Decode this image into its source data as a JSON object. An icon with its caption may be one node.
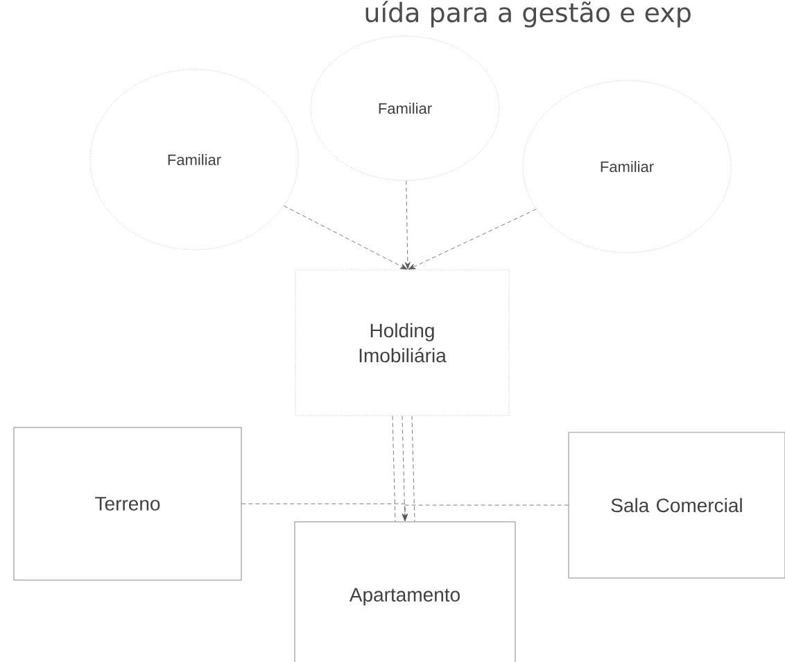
{
  "diagram": {
    "nodes": [
      {
        "text": [
          "Familiar"
        ]
      },
      {
        "text": [
          "Familiar"
        ]
      },
      {
        "text": [
          "Familiar"
        ]
      },
      {
        "text": [
          "Holding Imobiliária"
        ]
      },
      {
        "text": [
          "Terreno"
        ]
      },
      {
        "text": [
          "Apartamento"
        ]
      },
      {
        "text": [
          "Sala Comercial"
        ]
      }
    ],
    "edges": [
      {
        "from": 0,
        "to": 3,
        "arrow": "to",
        "style": "dashed"
      },
      {
        "from": 1,
        "to": 3,
        "arrow": "to",
        "style": "dashed"
      },
      {
        "from": 2,
        "to": 3,
        "arrow": "to",
        "style": "dashed"
      },
      {
        "from": 3,
        "to": 5,
        "arrow": "none",
        "style": "dashed"
      },
      {
        "from": 3,
        "to": 5,
        "arrow": "to",
        "style": "dashed"
      },
      {
        "from": 3,
        "to": 5,
        "arrow": "none",
        "style": "dashed"
      },
      {
        "from": 4,
        "to": 5,
        "arrow": "to",
        "style": "dashed"
      },
      {
        "from": 6,
        "to": 5,
        "arrow": "to",
        "style": "dashed"
      }
    ],
    "labels": [
      "uída para a gestão e exp"
    ]
  }
}
